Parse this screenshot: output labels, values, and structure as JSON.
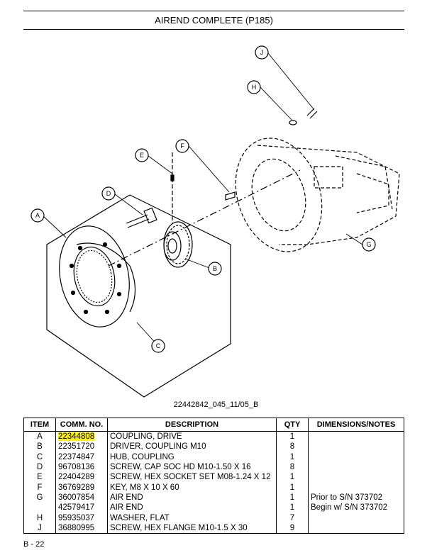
{
  "header": {
    "title": "AIREND COMPLETE (P185)"
  },
  "diagram": {
    "callouts": [
      "J",
      "H",
      "E",
      "F",
      "D",
      "A",
      "B",
      "C",
      "G"
    ],
    "figure_id": "22442842_045_11/05_B"
  },
  "table": {
    "headers": [
      "ITEM",
      "COMM. NO.",
      "DESCRIPTION",
      "QTY",
      "DIMENSIONS/NOTES"
    ],
    "rows": [
      {
        "item": "A",
        "comm": "22344808",
        "desc": "COUPLING, DRIVE",
        "qty": "1",
        "notes": "",
        "highlight": true
      },
      {
        "item": "B",
        "comm": "22351720",
        "desc": "DRIVER, COUPLING M10",
        "qty": "8",
        "notes": ""
      },
      {
        "item": "C",
        "comm": "22374847",
        "desc": "HUB, COUPLING",
        "qty": "1",
        "notes": ""
      },
      {
        "item": "D",
        "comm": "96708136",
        "desc": "SCREW, CAP SOC HD M10-1.50 X 16",
        "qty": "8",
        "notes": ""
      },
      {
        "item": "E",
        "comm": "22404289",
        "desc": "SCREW, HEX SOCKET SET M08-1.24 X 12",
        "qty": "1",
        "notes": ""
      },
      {
        "item": "F",
        "comm": "36769289",
        "desc": "KEY, M8 X 10 X 60",
        "qty": "1",
        "notes": ""
      },
      {
        "item": "G",
        "comm": "36007854",
        "desc": "AIR END",
        "qty": "1",
        "notes": "Prior to S/N 373702"
      },
      {
        "item": "",
        "comm": "42579417",
        "desc": "AIR END",
        "qty": "1",
        "notes": "Begin w/ S/N 373702"
      },
      {
        "item": "H",
        "comm": "95935037",
        "desc": "WASHER, FLAT",
        "qty": "7",
        "notes": ""
      },
      {
        "item": "J",
        "comm": "36880995",
        "desc": "SCREW, HEX FLANGE M10-1.5 X 30",
        "qty": "9",
        "notes": ""
      }
    ]
  },
  "footer": {
    "page": "B - 22"
  },
  "colors": {
    "highlight": "#fff200",
    "ink": "#000000"
  }
}
